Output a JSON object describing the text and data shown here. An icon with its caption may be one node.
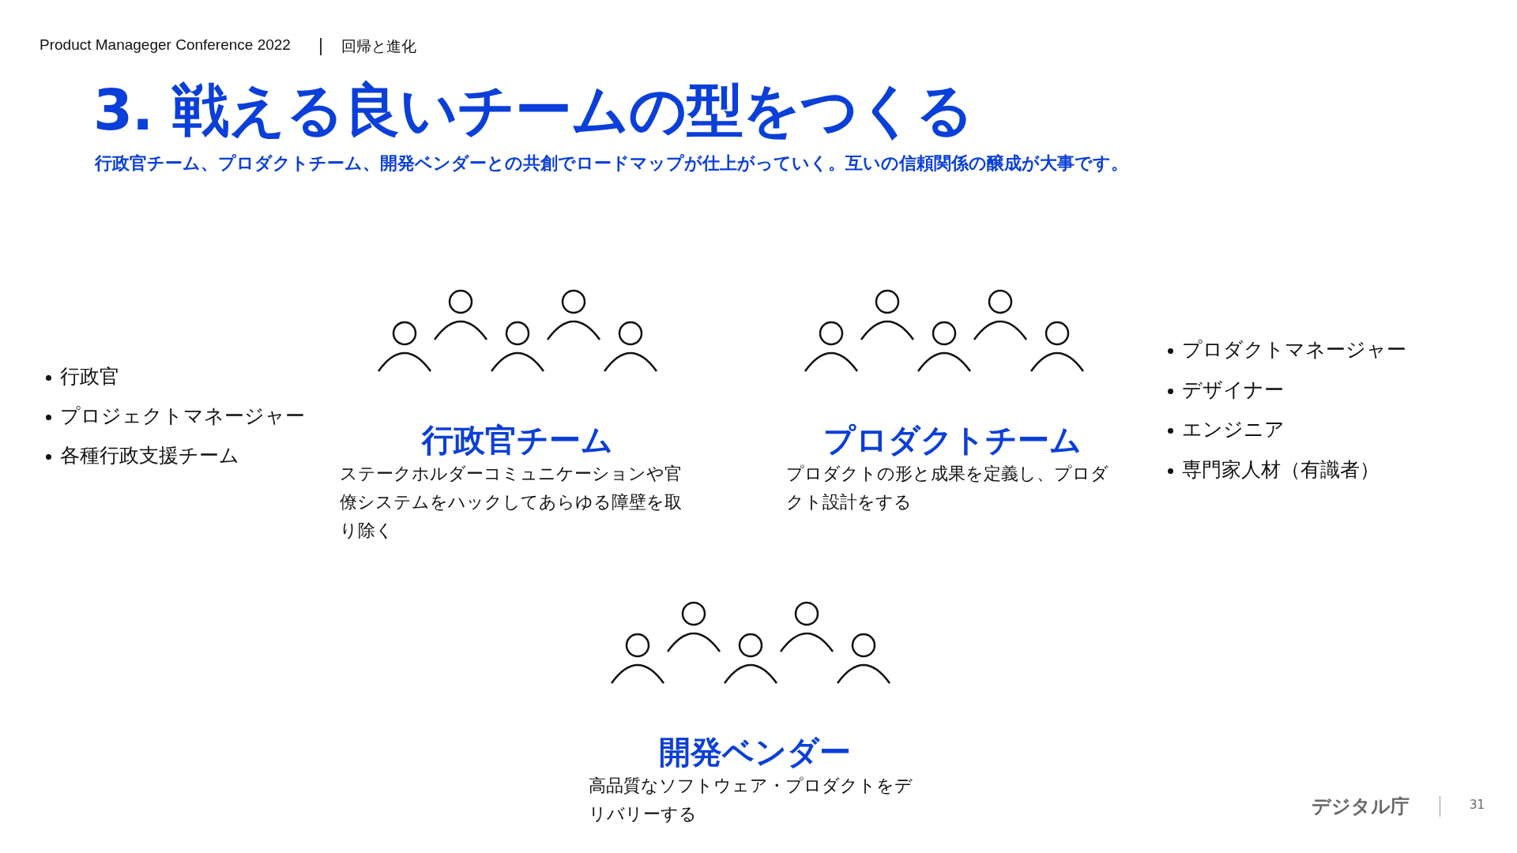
{
  "diagram": {
    "title": "3. 戦える良いチームの型をつくる",
    "nodes": [
      {
        "text": [
          "行政官チーム",
          "ステークホルダーコミュニケーションや官僚システムをハックしてあらゆる障壁を取り除く"
        ]
      },
      {
        "text": [
          "プロダクトチーム",
          "プロダクトの形と成果を定義し、プロダクト設計をする"
        ]
      },
      {
        "text": [
          "開発ベンダー",
          "高品質なソフトウェア・プロダクトをデリバリーする"
        ]
      }
    ],
    "labels": [
      "Product Manageger Conference 2022",
      "回帰と進化",
      "行政官チーム、プロダクトチーム、開発ベンダーとの共創でロードマップが仕上がっていく。互いの信頼関係の醸成が大事です。",
      "行政官",
      "プロジェクトマネージャー",
      "各種行政支援チーム",
      "プロダクトマネージャー",
      "デザイナー",
      "エンジニア",
      "専門家人材（有識者）",
      "デジタル庁",
      "31"
    ]
  }
}
